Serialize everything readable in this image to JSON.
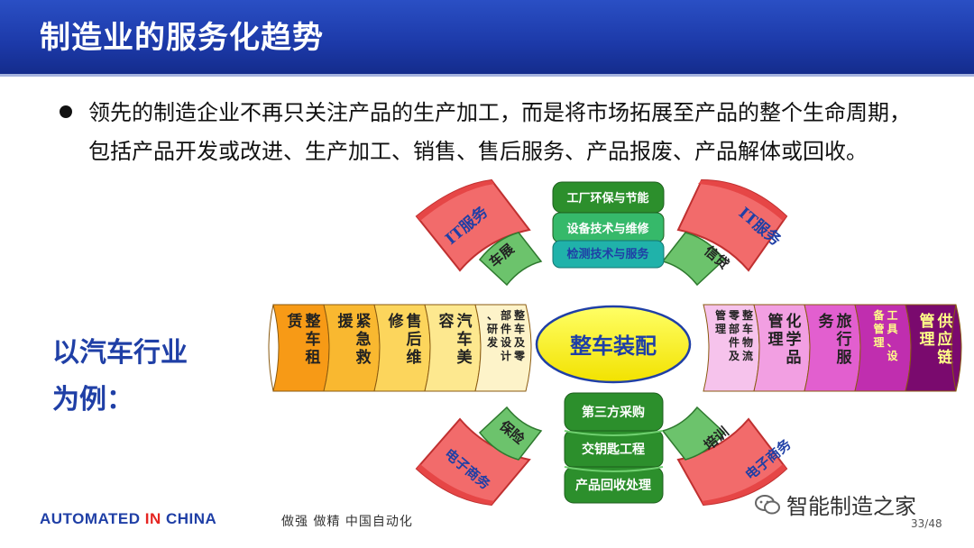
{
  "header": {
    "title": "制造业的服务化趋势"
  },
  "bullet": {
    "text": "领先的制造企业不再只关注产品的生产加工，而是将市场拓展至产品的整个生命周期，包括产品开发或改进、生产加工、销售、售后服务、产品报废、产品解体或回收。"
  },
  "example": {
    "line1": "以汽车行业",
    "line2": "为例："
  },
  "diagram": {
    "center": "整车装配",
    "top_stack": [
      "工厂环保与节能",
      "设备技术与维修",
      "检测技术与服务"
    ],
    "bottom_stack": [
      "第三方采购",
      "交钥匙工程",
      "产品回收处理"
    ],
    "left_segments": [
      {
        "text": "整车租赁",
        "color": "#f79a16"
      },
      {
        "text": "紧急救援",
        "color": "#f9b830"
      },
      {
        "text": "售后维修",
        "color": "#fcd55c"
      },
      {
        "text": "汽车美容",
        "color": "#fde88f"
      },
      {
        "text": "整车及零部件设计、研发",
        "color": "#fdf3c9"
      }
    ],
    "right_segments": [
      {
        "text": "整车物流零部件及管理",
        "color": "#f6c3ec"
      },
      {
        "text": "化学品管理",
        "color": "#f29fe2"
      },
      {
        "text": "旅行服务",
        "color": "#e25fcf"
      },
      {
        "text": "工具、设备管理",
        "color": "#c02eaf"
      },
      {
        "text": "供应链管理",
        "color": "#7a0a6e"
      }
    ],
    "corners": {
      "top_left": "IT服务",
      "top_right": "IT服务",
      "bottom_left": "电子商务",
      "bottom_right": "电子商务"
    },
    "small_tabs": {
      "top_left": "车展",
      "top_right": "信贷",
      "bottom_left": "保险",
      "bottom_right": "培训"
    }
  },
  "footer": {
    "brand_a": "AUTOMATED ",
    "brand_in": "IN",
    "brand_b": " CHINA",
    "tagline": "做强 做精 中国自动化",
    "watermark": "智能制造之家",
    "page": "33/48"
  },
  "colors": {
    "title_bar": "#1c39a8",
    "stack_top": "#2c8f2c",
    "stack_bottom": "#20b2aa",
    "corner_fill": "#f26b6b",
    "corner_top": "#e64646",
    "tab_fill": "#6cc36c",
    "center_fill": "#ffff33",
    "accent_blue": "#1f3fa6"
  }
}
